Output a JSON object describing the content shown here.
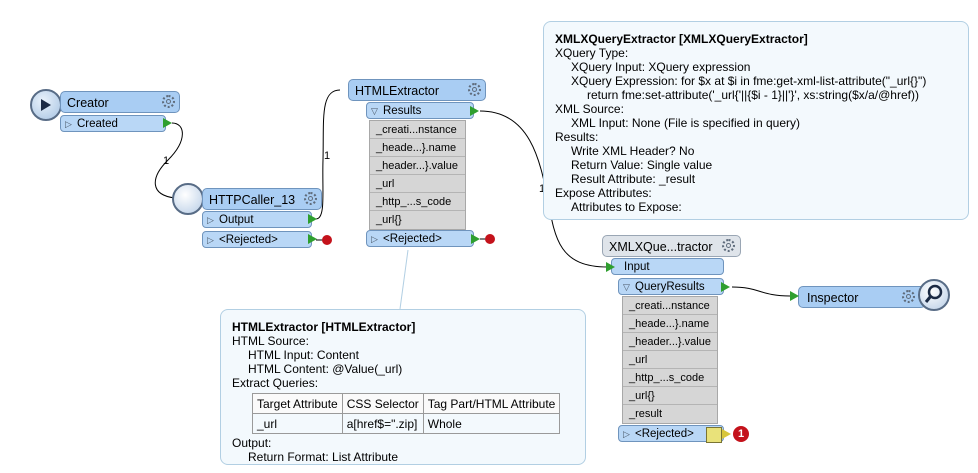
{
  "creator": {
    "name": "Creator",
    "port": "Created"
  },
  "http": {
    "name": "HTTPCaller_13",
    "ports": [
      "Output",
      "<Rejected>"
    ]
  },
  "html": {
    "name": "HTMLExtractor",
    "results_port": "Results",
    "attributes": [
      "_creati...nstance",
      "_heade...}.name",
      "_header...}.value",
      "_url",
      "_http_...s_code",
      "_url{}"
    ],
    "rejected_port": "<Rejected>"
  },
  "xml": {
    "name": "XMLXQue...tractor",
    "input_port": "Input",
    "results_port": "QueryResults",
    "attributes": [
      "_creati...nstance",
      "_heade...}.name",
      "_header...}.value",
      "_url",
      "_http_...s_code",
      "_url{}",
      "_result"
    ],
    "rejected_port": "<Rejected>",
    "badge": "1"
  },
  "inspector": {
    "name": "Inspector"
  },
  "wire_labels": {
    "creator_http": "1",
    "http_html": "1",
    "html_xml": "1"
  },
  "tooltip_xml": {
    "title": "XMLXQueryExtractor [XMLXQueryExtractor]",
    "lines": [
      {
        "text": "XQuery Type:",
        "indent": 0
      },
      {
        "text": "XQuery Input: XQuery expression",
        "indent": 1
      },
      {
        "text": "XQuery Expression: for $x at $i in fme:get-xml-list-attribute(\"_url{}\")",
        "indent": 1
      },
      {
        "text": "return fme:set-attribute('_url{'||{$i - 1}||'}', xs:string($x/a/@href))",
        "indent": 2
      },
      {
        "text": "XML Source:",
        "indent": 0
      },
      {
        "text": "XML Input: None (File is specified in query)",
        "indent": 1
      },
      {
        "text": "Results:",
        "indent": 0
      },
      {
        "text": "Write XML Header? No",
        "indent": 1
      },
      {
        "text": "Return Value: Single value",
        "indent": 1
      },
      {
        "text": "Result Attribute: _result",
        "indent": 1
      },
      {
        "text": "Expose Attributes:",
        "indent": 0
      },
      {
        "text": "Attributes to Expose:",
        "indent": 1
      }
    ]
  },
  "tooltip_html": {
    "title": "HTMLExtractor [HTMLExtractor]",
    "lines_before": [
      {
        "text": "HTML Source:",
        "indent": 0
      },
      {
        "text": "HTML Input: Content",
        "indent": 1
      },
      {
        "text": "HTML Content: @Value(_url)",
        "indent": 1
      },
      {
        "text": "Extract Queries:",
        "indent": 0
      }
    ],
    "table": {
      "headers": [
        "Target Attribute",
        "CSS Selector",
        "Tag Part/HTML Attribute"
      ],
      "rows": [
        [
          "_url",
          "a[href$=\".zip]",
          "Whole"
        ]
      ]
    },
    "lines_after": [
      {
        "text": "Output:",
        "indent": 0
      },
      {
        "text": "Return Format: List Attribute",
        "indent": 1
      }
    ]
  }
}
